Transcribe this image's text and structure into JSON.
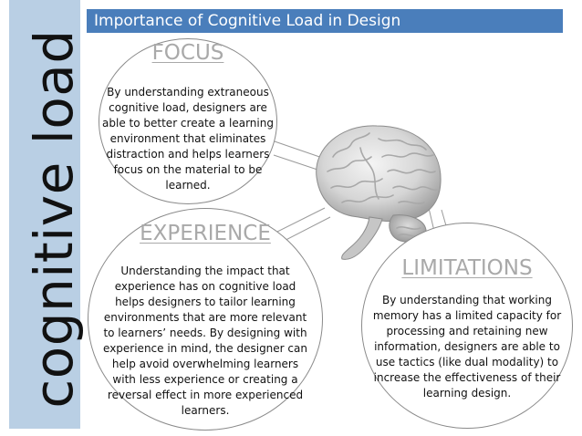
{
  "sidebar": {
    "label": "cognitive load"
  },
  "header": {
    "title": "Importance of Cognitive Load in Design"
  },
  "focus": {
    "title": "FOCUS",
    "body": "By understanding extraneous\ncognitive load, designers are\nable to better create a learning\nenvironment that eliminates\ndistraction and helps learners\nfocus on the material to be\nlearned."
  },
  "experience": {
    "title": "EXPERIENCE",
    "body": "Understanding the impact that\nexperience has on cognitive load\nhelps designers to tailor learning\nenvironments that are more relevant\nto learners’ needs. By designing with\nexperience in mind, the designer can\nhelp avoid overwhelming learners\nwith  less experience or creating a\nreversal effect in more experienced\nlearners."
  },
  "limitations": {
    "title": "LIMITATIONS",
    "body": "By understanding that working\nmemory has a limited capacity for\nprocessing  and retaining new\ninformation, designers are able to\nuse tactics (like dual modality) to\nincrease the effectiveness of their\nlearning  design."
  },
  "colors": {
    "sidebar": "#b9cfe4",
    "header": "#4a7ebb",
    "title_text": "#a9a9a9",
    "circle_border": "#8a8a8a"
  },
  "icons": {
    "brain": "brain-icon"
  }
}
